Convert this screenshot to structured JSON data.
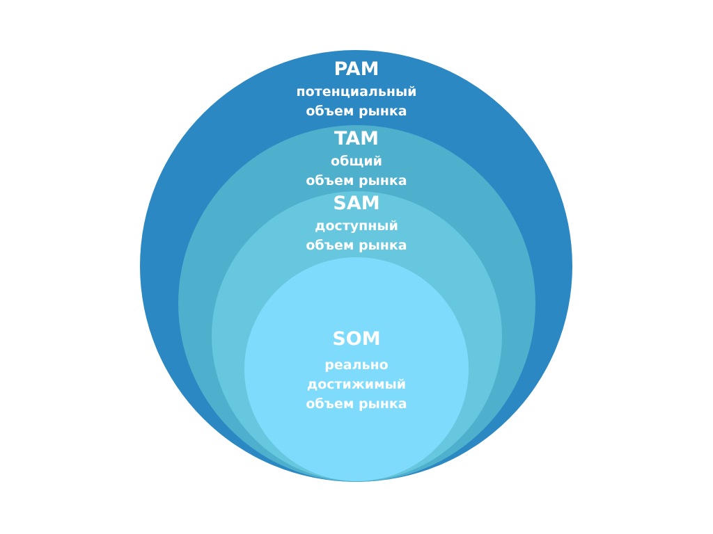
{
  "colors": {
    "pam": "#2b88c2",
    "tam": "#4eb0cd",
    "sam": "#66c7de",
    "som": "#7fdbfb",
    "text": "#ffffff"
  },
  "levels": [
    {
      "name": "PAM",
      "desc": [
        "потенциальный",
        "объем рынка"
      ]
    },
    {
      "name": "TAM",
      "desc": [
        "общий",
        "объем рынка"
      ]
    },
    {
      "name": "SAM",
      "desc": [
        "доступный",
        "объем рынка"
      ]
    },
    {
      "name": "SOM",
      "desc": [
        "реально",
        "достижимый",
        "объем рынка"
      ]
    }
  ]
}
